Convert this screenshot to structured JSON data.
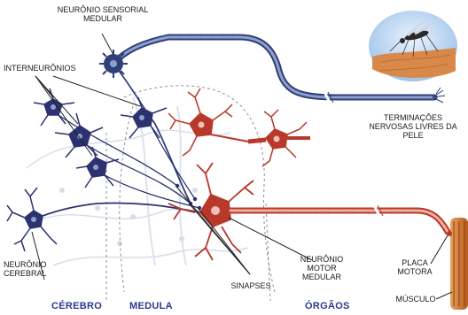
{
  "labels": {
    "sensory_neuron": "NEURÔNIO SENSORIAL\nMEDULAR",
    "interneurons": "INTERNEURÔNIOS",
    "free_endings": "TERMINAÇÕES\nNERVOSAS LIVRES DA\nPELE",
    "cerebral_neuron": "NEURÔNIO\nCEREBRAL",
    "synapses": "SINAPSES",
    "motor_neuron": "NEURÔNIO\nMOTOR\nMEDULAR",
    "motor_plate": "PLACA\nMOTORA",
    "muscle": "MÚSCULO"
  },
  "regions": {
    "brain": "CÉREBRO",
    "spinal_cord": "MEDULA",
    "organs": "ÓRGÃOS"
  },
  "icons": {
    "mosquito": "mosquito-on-skin-icon"
  },
  "colors": {
    "sensory": "#2e3f7a",
    "interneuron": "#2c3170",
    "motor": "#b8382a",
    "faded": "#b9c2d6",
    "label": "#1a1a1a",
    "region": "#2b3a8f",
    "muscle": "#c8742a",
    "skin": "#d8894a",
    "sky": "#9ec3ea"
  }
}
